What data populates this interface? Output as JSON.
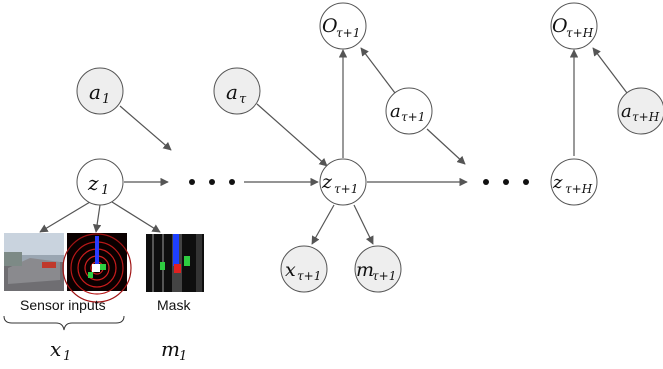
{
  "nodes": {
    "a1": {
      "base": "a",
      "sub": "1"
    },
    "atau": {
      "base": "a",
      "sub": "τ"
    },
    "z1": {
      "base": "z",
      "sub": "1"
    },
    "ztau1": {
      "base": "z",
      "sub": "τ+1"
    },
    "Otau1": {
      "base": "O",
      "sub": "τ+1"
    },
    "atau1": {
      "base": "a",
      "sub": "τ+1"
    },
    "xtau1": {
      "base": "x",
      "sub": "τ+1"
    },
    "mtau1": {
      "base": "m",
      "sub": "τ+1"
    },
    "OtauH": {
      "base": "O",
      "sub": "τ+H"
    },
    "atauH": {
      "base": "a",
      "sub": "τ+H"
    },
    "ztauH": {
      "base": "z",
      "sub": "τ+H"
    }
  },
  "captions": {
    "sensor_inputs": "Sensor inputs",
    "mask": "Mask"
  },
  "bottom_labels": {
    "x1": {
      "base": "x",
      "sub": "1"
    },
    "m1": {
      "base": "m",
      "sub": "1"
    }
  },
  "colors": {
    "node_stroke": "#555555",
    "shaded_fill": "#eeeeee",
    "edge": "#555555"
  }
}
